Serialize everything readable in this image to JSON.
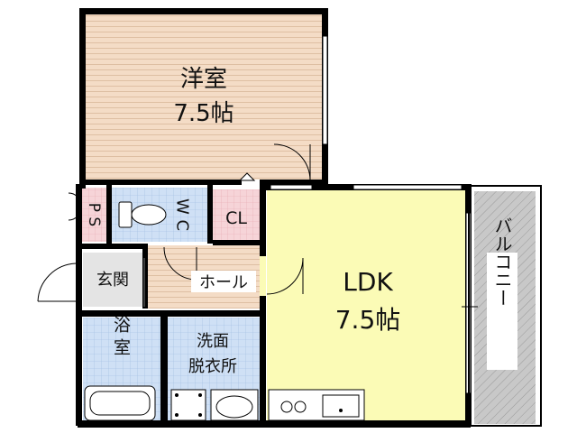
{
  "rooms": {
    "western_room": {
      "name": "洋室",
      "size": "7.5帖"
    },
    "ldk": {
      "name": "LDK",
      "size": "7.5帖"
    },
    "wc": {
      "name": "W C"
    },
    "ps": {
      "name": "P S"
    },
    "closet": {
      "name": "CL"
    },
    "entrance": {
      "name": "玄関"
    },
    "hall": {
      "name": "ホール"
    },
    "bathroom": {
      "name": "浴 室"
    },
    "washroom": {
      "name_line1": "洗面",
      "name_line2": "脱衣所"
    },
    "balcony": {
      "name": "バルコニー"
    }
  },
  "colors": {
    "western_room_floor": "#f4dcc6",
    "ldk_floor": "#fbfbb6",
    "wet_area_floor": "#cfe0f5",
    "closet_floor": "#f6d4d8",
    "hall_floor": "#f6e2d0",
    "balcony_fill": "#c8c8c8",
    "wall": "#000000"
  }
}
